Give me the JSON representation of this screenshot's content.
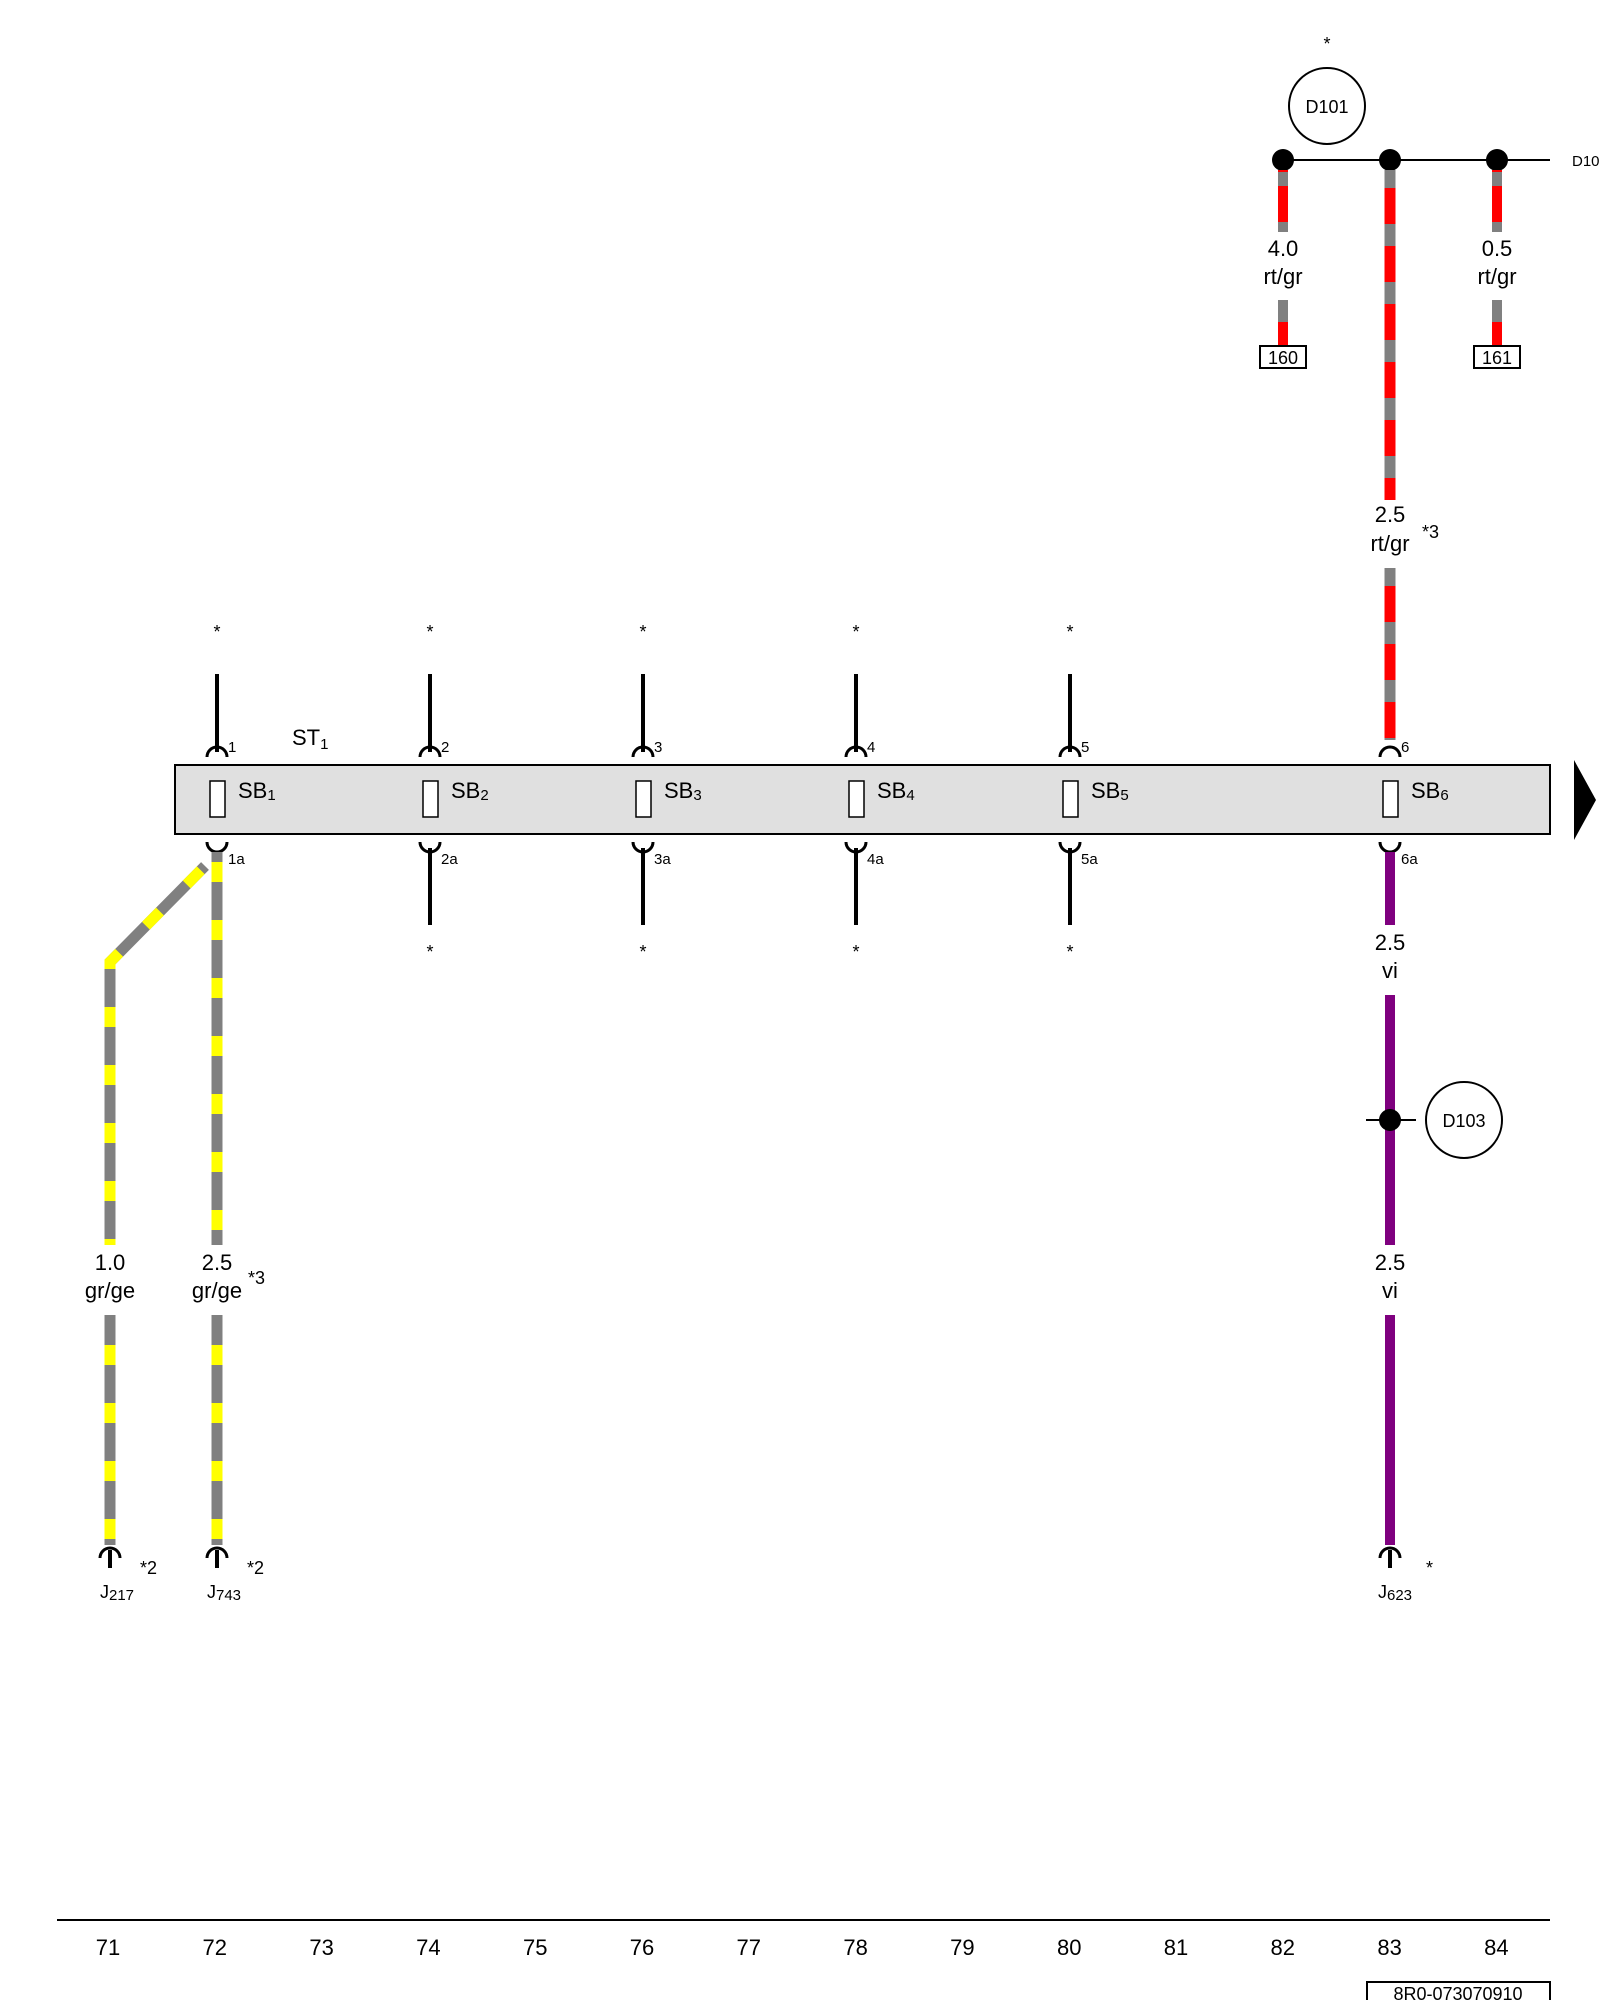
{
  "colors": {
    "red": "#ff0000",
    "grey": "#808080",
    "yellow": "#ffff00",
    "violet": "#7f007f",
    "black": "#000000",
    "strip_fill": "#e0e0e0"
  },
  "asterisk": "*",
  "fuse_strip": {
    "name": "ST",
    "name_sub": "1",
    "fuses": [
      {
        "id": "SB",
        "sub": "1",
        "top_pin": "1",
        "bottom_pin": "1a"
      },
      {
        "id": "SB",
        "sub": "2",
        "top_pin": "2",
        "bottom_pin": "2a"
      },
      {
        "id": "SB",
        "sub": "3",
        "top_pin": "3",
        "bottom_pin": "3a"
      },
      {
        "id": "SB",
        "sub": "4",
        "top_pin": "4",
        "bottom_pin": "4a"
      },
      {
        "id": "SB",
        "sub": "5",
        "top_pin": "5",
        "bottom_pin": "5a"
      },
      {
        "id": "SB",
        "sub": "6",
        "top_pin": "6",
        "bottom_pin": "6a"
      }
    ]
  },
  "connectors": {
    "D101": "D101",
    "D103": "D103",
    "D10_cut": "D10"
  },
  "wires": {
    "w_160": {
      "size": "4.0",
      "color": "rt/gr",
      "target": "160"
    },
    "w_161": {
      "size": "0.5",
      "color": "rt/gr",
      "target": "161"
    },
    "w_sb6_top": {
      "size": "2.5",
      "color": "rt/gr",
      "note": "*3"
    },
    "w_sb6_bot": {
      "size": "2.5",
      "color": "vi"
    },
    "w_j623": {
      "size": "2.5",
      "color": "vi"
    },
    "w_j217": {
      "size": "1.0",
      "color": "gr/ge"
    },
    "w_j743": {
      "size": "2.5",
      "color": "gr/ge",
      "note": "*3"
    }
  },
  "components": {
    "J217": {
      "letter": "J",
      "sub": "217",
      "note": "*2"
    },
    "J743": {
      "letter": "J",
      "sub": "743",
      "note": "*2"
    },
    "J623": {
      "letter": "J",
      "sub": "623",
      "note": "*"
    }
  },
  "grid_numbers": [
    "71",
    "72",
    "73",
    "74",
    "75",
    "76",
    "77",
    "78",
    "79",
    "80",
    "81",
    "82",
    "83",
    "84"
  ],
  "doc_id": "8R0-073070910"
}
